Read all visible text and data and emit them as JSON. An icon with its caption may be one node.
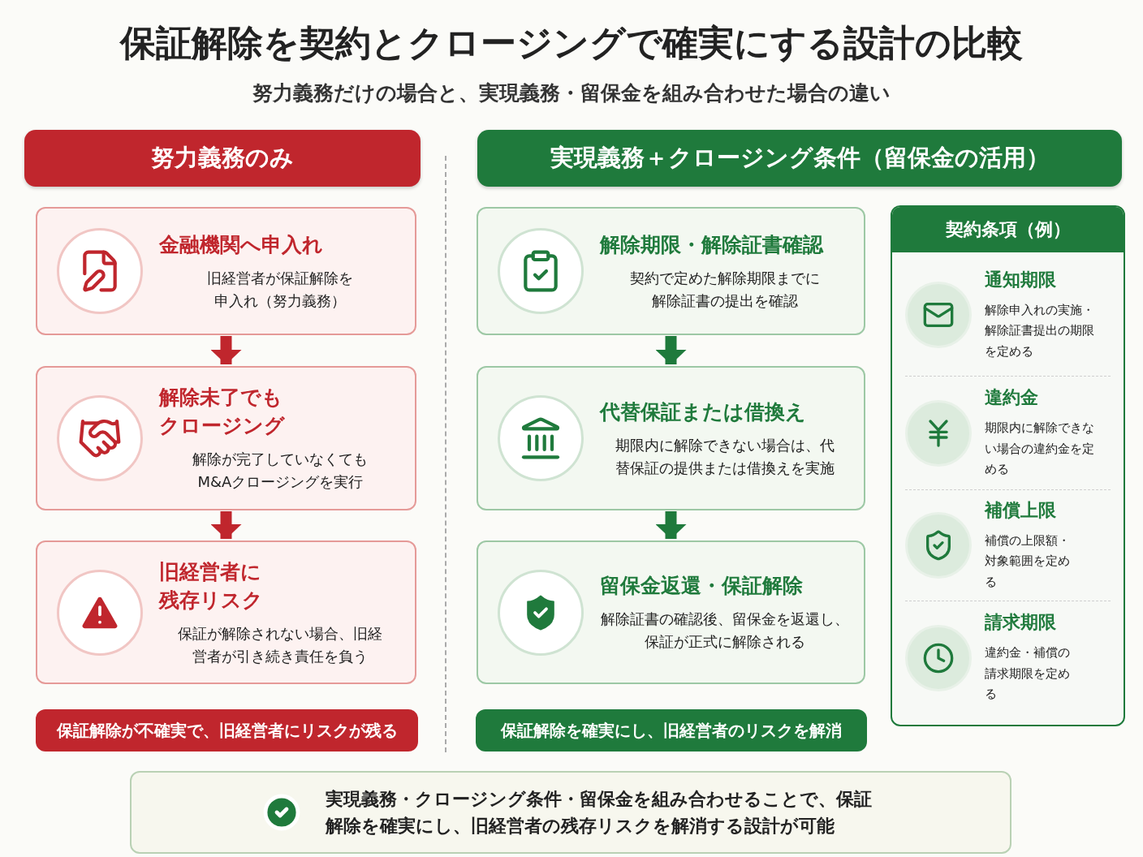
{
  "diagram": {
    "title": "保証解除を契約とクロージングで確実にする設計の比較",
    "nodes": [
      {
        "text": [
          "努力義務のみ"
        ]
      },
      {
        "text": [
          "金融機関へ申入れ",
          "旧経営者が保証解除を申入れ（努力義務）"
        ]
      },
      {
        "text": [
          "解除未了でもクロージング",
          "解除が完了していなくてもM&Aクロージングを実行"
        ]
      },
      {
        "text": [
          "旧経営者に残存リスク",
          "保証が解除されない場合、旧経営者が引き続き責任を負う"
        ]
      },
      {
        "text": [
          "保証解除が不確実で、旧経営者にリスクが残る"
        ]
      },
      {
        "text": [
          "実現義務＋クロージング条件（留保金の活用）"
        ]
      },
      {
        "text": [
          "解除期限・解除証書確認",
          "契約で定めた解除期限までに解除証書の提出を確認"
        ]
      },
      {
        "text": [
          "代替保証または借換え",
          "期限内に解除できない場合は、代替保証の提供または借換えを実施"
        ]
      },
      {
        "text": [
          "留保金返還・保証解除",
          "解除証書の確認後、留保金を返還し、保証が正式に解除される"
        ]
      },
      {
        "text": [
          "保証解除を確実にし、旧経営者のリスクを解消"
        ]
      },
      {
        "text": [
          "契約条項（例）"
        ]
      },
      {
        "text": [
          "通知期限",
          "解除申入れの実施・解除証書提出の期限を定める"
        ],
        "in": 10
      },
      {
        "text": [
          "違約金",
          "期限内に解除できない場合の違約金を定める"
        ],
        "in": 10
      },
      {
        "text": [
          "補償上限",
          "補償の上限額・対象範囲を定める"
        ],
        "in": 10
      },
      {
        "text": [
          "請求期限",
          "違約金・補償の請求期限を定める"
        ],
        "in": 10
      },
      {
        "text": [
          "実現義務・クロージング条件・留保金を組み合わせることで、保証解除を確実にし、旧経営者の残存リスクを解消する設計が可能"
        ]
      }
    ],
    "edges": [
      {
        "from": 1,
        "to": 2,
        "arrow": "to",
        "color": "#c0262d"
      },
      {
        "from": 2,
        "to": 3,
        "arrow": "to",
        "color": "#c0262d"
      },
      {
        "from": 6,
        "to": 7,
        "arrow": "to",
        "color": "#1f7a3c"
      },
      {
        "from": 7,
        "to": 8,
        "arrow": "to",
        "color": "#1f7a3c"
      }
    ],
    "labels": [
      "努力義務だけの場合と、実現義務・留保金を組み合わせた場合の違い"
    ]
  }
}
